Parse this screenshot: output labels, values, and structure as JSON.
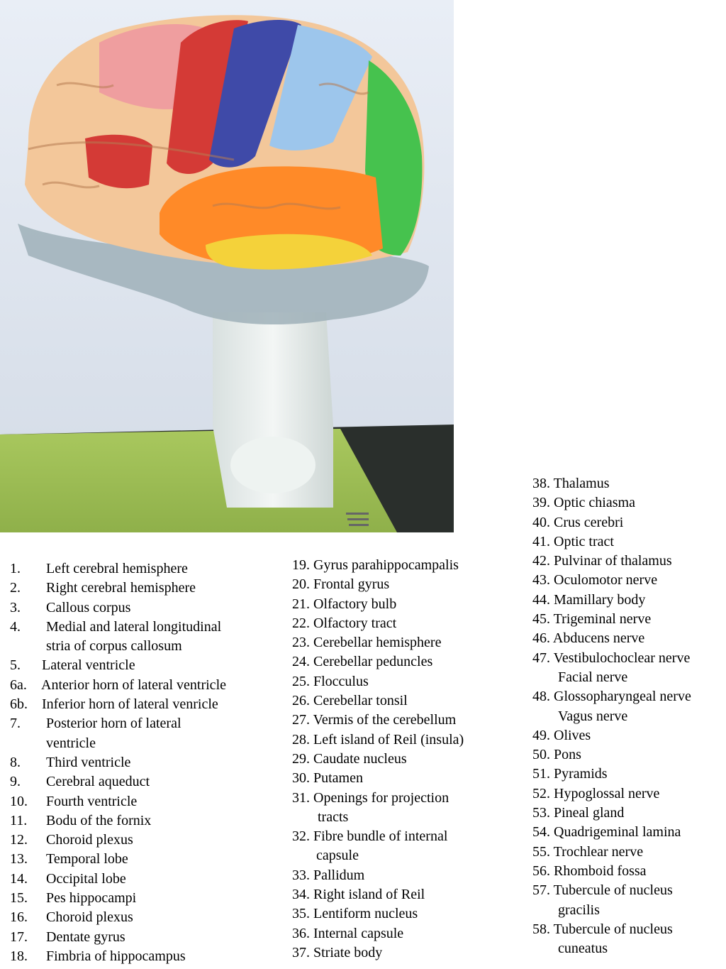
{
  "figure": {
    "photo_icon": "brain-model-photo"
  },
  "list_left": [
    {
      "num": "1.",
      "label": "Left cerebral hemisphere"
    },
    {
      "num": "2.",
      "label": "Right cerebral hemisphere"
    },
    {
      "num": "3.",
      "label": "Callous corpus"
    },
    {
      "num": "4.",
      "label": "Medial and lateral longitudinal",
      "cont": "stria of corpus callosum"
    },
    {
      "num": "5.",
      "label": "Lateral ventricle"
    },
    {
      "num": "6a.",
      "label": "Anterior horn of lateral ventricle"
    },
    {
      "num": "6b.",
      "label": "Inferior horn of lateral  venricle"
    },
    {
      "num": "7.",
      "label": "Posterior horn of lateral",
      "cont": "ventricle"
    },
    {
      "num": "8.",
      "label": "Third ventricle"
    },
    {
      "num": "9.",
      "label": "Cerebral aqueduct"
    },
    {
      "num": "10.",
      "label": "Fourth ventricle"
    },
    {
      "num": "11.",
      "label": "Bodu of the fornix"
    },
    {
      "num": "12.",
      "label": "Choroid plexus"
    },
    {
      "num": "13.",
      "label": "Temporal lobe"
    },
    {
      "num": "14.",
      "label": "Occipital lobe"
    },
    {
      "num": "15.",
      "label": "Pes hippocampi"
    },
    {
      "num": "16.",
      "label": "Choroid plexus"
    },
    {
      "num": "17.",
      "label": "Dentate gyrus"
    },
    {
      "num": "18.",
      "label": "Fimbria of hippocampus"
    }
  ],
  "list_middle": [
    {
      "label": "19. Gyrus parahippocampalis"
    },
    {
      "label": "20. Frontal gyrus"
    },
    {
      "label": "21. Olfactory bulb"
    },
    {
      "label": "22. Olfactory tract"
    },
    {
      "label": "23. Cerebellar hemisphere"
    },
    {
      "label": "24. Cerebellar peduncles"
    },
    {
      "label": "25. Flocculus"
    },
    {
      "label": "26. Cerebellar tonsil"
    },
    {
      "label": "27. Vermis of the cerebellum"
    },
    {
      "label": "28. Left island of Reil (insula)"
    },
    {
      "label": "29. Caudate nucleus"
    },
    {
      "label": "30. Putamen"
    },
    {
      "label": "31. Openings for projection",
      "cont": "tracts"
    },
    {
      "label": "32. Fibre bundle of internal",
      "cont": "capsule"
    },
    {
      "label": "33. Pallidum"
    },
    {
      "label": "34. Right island of Reil"
    },
    {
      "label": "35. Lentiform nucleus"
    },
    {
      "label": "36. Internal capsule"
    },
    {
      "label": "37. Striate body"
    }
  ],
  "list_right": [
    {
      "label": "38. Thalamus"
    },
    {
      "label": "39. Optic chiasma"
    },
    {
      "label": "40. Crus cerebri"
    },
    {
      "label": "41. Optic tract"
    },
    {
      "label": "42. Pulvinar of thalamus"
    },
    {
      "label": "43. Oculomotor nerve"
    },
    {
      "label": "44. Mamillary body"
    },
    {
      "label": "45. Trigeminal nerve"
    },
    {
      "label": "46. Abducens nerve"
    },
    {
      "label": "47. Vestibulochoclear nerve",
      "cont": "Facial nerve"
    },
    {
      "label": "48. Glossopharyngeal nerve",
      "cont": "Vagus nerve"
    },
    {
      "label": "49. Olives"
    },
    {
      "label": "50. Pons"
    },
    {
      "label": "51. Pyramids"
    },
    {
      "label": "52. Hypoglossal nerve"
    },
    {
      "label": "53. Pineal gland"
    },
    {
      "label": "54. Quadrigeminal lamina"
    },
    {
      "label": "55. Trochlear nerve"
    },
    {
      "label": "56. Rhomboid fossa"
    },
    {
      "label": "57. Tubercule of nucleus",
      "cont": "gracilis"
    },
    {
      "label": "58. Tubercule of nucleus",
      "cont": "cuneatus"
    }
  ]
}
